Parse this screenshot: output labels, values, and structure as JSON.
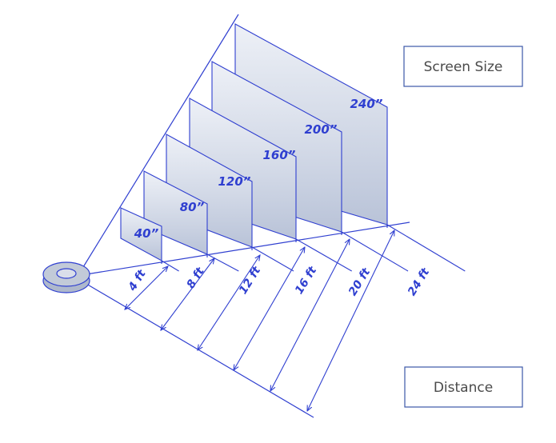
{
  "labels": {
    "screen_size": "Screen Size",
    "distance": "Distance"
  },
  "screens": [
    {
      "size": "40”",
      "distance": "4 ft"
    },
    {
      "size": "80”",
      "distance": "8 ft"
    },
    {
      "size": "120”",
      "distance": "12 ft"
    },
    {
      "size": "160”",
      "distance": "16 ft"
    },
    {
      "size": "200”",
      "distance": "20 ft"
    },
    {
      "size": "240”",
      "distance": "24 ft"
    }
  ],
  "colors": {
    "line": "#2f3fd0",
    "label_text": "#2f3fd0",
    "screen_fill_top": "#eef1f7",
    "screen_fill_bottom": "#b9c3d8",
    "box_border": "#3b57a8",
    "projector_fill": "#c2cad8"
  },
  "icons": [
    "projector-icon"
  ]
}
